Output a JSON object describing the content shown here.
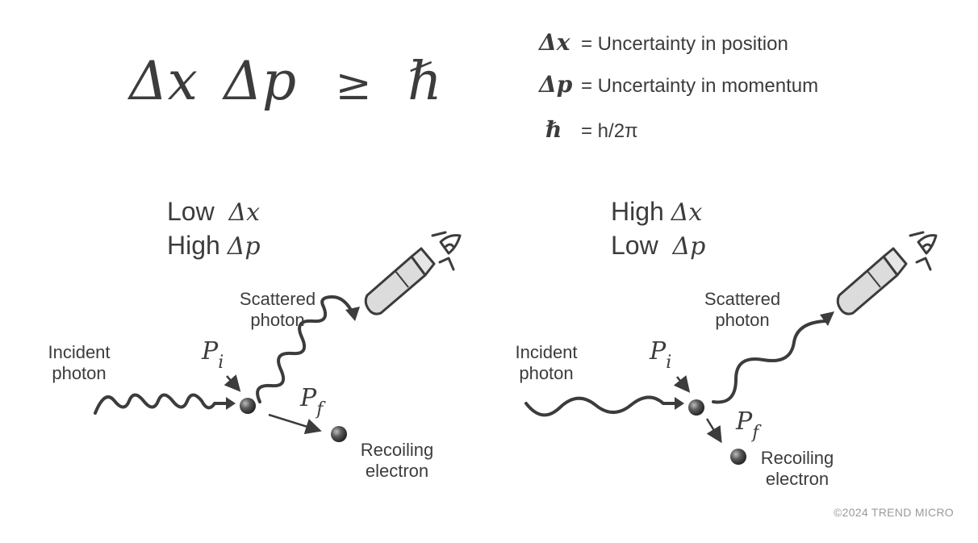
{
  "equation": {
    "delta_x": "Δx",
    "delta_p": "Δp",
    "geq": "≥",
    "hbar": "ℏ"
  },
  "definitions": [
    {
      "symbol": "Δx",
      "text": "= Uncertainty in position"
    },
    {
      "symbol": "Δp",
      "text": "= Uncertainty in momentum"
    },
    {
      "symbol": "ℏ",
      "text": "= h/2π"
    }
  ],
  "left_panel": {
    "line1_word": "Low",
    "line1_sym": "Δx",
    "line2_word": "High",
    "line2_sym": "Δp",
    "incident_label": "Incident\nphoton",
    "scattered_label": "Scattered\nphoton",
    "recoil_label": "Recoiling\nelectron",
    "p_initial": "P",
    "p_initial_sub": "i",
    "p_final": "P",
    "p_final_sub": "f"
  },
  "right_panel": {
    "line1_word": "High",
    "line1_sym": "Δx",
    "line2_word": "Low",
    "line2_sym": "Δp",
    "incident_label": "Incident\nphoton",
    "scattered_label": "Scattered\nphoton",
    "recoil_label": "Recoiling\nelectron",
    "p_initial": "P",
    "p_initial_sub": "i",
    "p_final": "P",
    "p_final_sub": "f"
  },
  "copyright": "©2024 TREND MICRO",
  "colors": {
    "ink": "#3c3c3c",
    "microscope_fill": "#dcdcdc",
    "electron": "#444444",
    "copyright": "#9a9a9a"
  }
}
